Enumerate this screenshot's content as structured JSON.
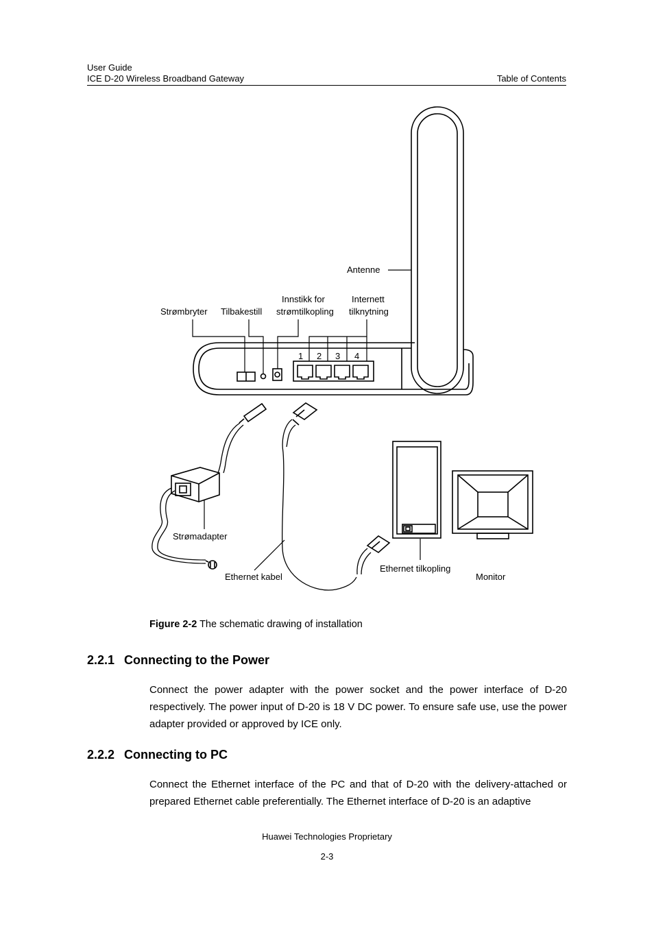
{
  "header": {
    "doc_type": "User Guide",
    "product": "ICE D-20 Wireless Broadband Gateway",
    "section": "Table of Contents"
  },
  "figure": {
    "labels": {
      "antenne": "Antenne",
      "power_switch": "Strømbryter",
      "reset": "Tilbakestill",
      "power_socket_line1": "Innstikk for",
      "power_socket_line2": "strømtilkopling",
      "internet_line1": "Internett",
      "internet_line2": "tilknytning",
      "port_1": "1",
      "port_2": "2",
      "port_3": "3",
      "port_4": "4",
      "power_adapter": "Strømadapter",
      "ethernet_cable": "Ethernet kabel",
      "ethernet_connection": "Ethernet tilkopling",
      "monitor": "Monitor"
    },
    "caption_label": "Figure 2-2",
    "caption_text": "The schematic drawing of installation"
  },
  "sections": [
    {
      "number": "2.2.1",
      "title": "Connecting to the Power",
      "body": "Connect the power adapter with the power socket and the power interface of D-20 respectively. The power input of D-20 is 18 V DC power. To ensure safe use, use the power adapter provided or approved by ICE only."
    },
    {
      "number": "2.2.2",
      "title": "Connecting to PC",
      "body": "Connect the Ethernet interface of the PC and that of D-20 with the delivery-attached or prepared Ethernet cable preferentially. The Ethernet interface of D-20 is an adaptive"
    }
  ],
  "footer": {
    "proprietary": "Huawei Technologies Proprietary",
    "page_number": "2-3"
  }
}
